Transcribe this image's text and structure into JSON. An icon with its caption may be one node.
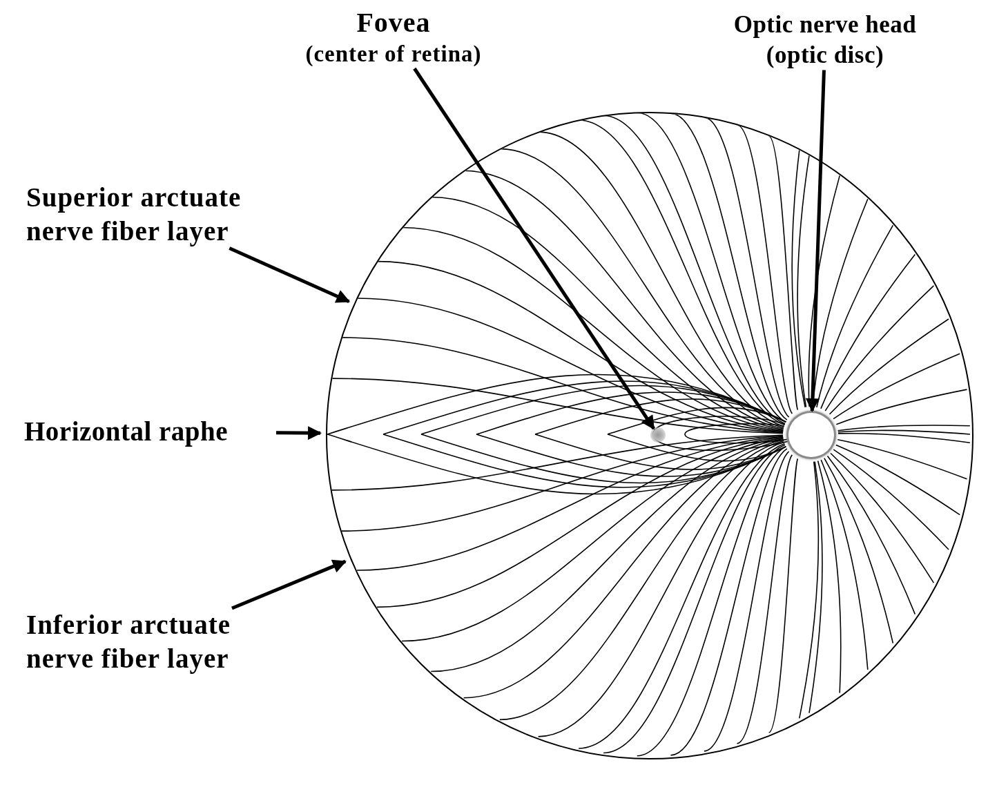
{
  "diagram": {
    "nodes": [
      {
        "text": [
          "Fovea",
          "(center of retina)"
        ]
      },
      {
        "text": [
          "Optic nerve head (optic disc)"
        ]
      },
      {
        "text": [
          "Superior arctuate nerve fiber layer"
        ]
      },
      {
        "text": [
          "Horizontal raphe"
        ]
      },
      {
        "text": [
          "Inferior arctuate nerve fiber layer"
        ]
      },
      {
        "text": [],
        "shape": "circle"
      },
      {
        "text": [],
        "shape": "circle",
        "in": 5
      },
      {
        "text": [],
        "shape": "circle",
        "in": 5
      }
    ],
    "edges": [
      {
        "from": 0,
        "to": 6,
        "arrow": "to"
      },
      {
        "from": 1,
        "to": 7,
        "arrow": "to"
      },
      {
        "from": 2,
        "to": 5,
        "arrow": "to"
      },
      {
        "from": 3,
        "to": 5,
        "arrow": "to"
      },
      {
        "from": 4,
        "to": 5,
        "arrow": "to"
      }
    ]
  }
}
